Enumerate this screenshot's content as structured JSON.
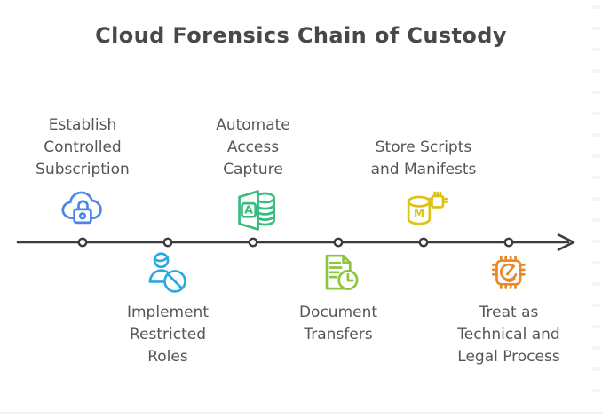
{
  "title": "Cloud Forensics Chain of Custody",
  "colors": {
    "title_text": "#48484b",
    "label_text": "#55555a",
    "axis": "#3d3d3d",
    "step_blue": "#4a86e8",
    "step_cyan": "#29abe2",
    "step_green": "#36bd7f",
    "step_lime": "#8cc63f",
    "step_yellow": "#ddc113",
    "step_orange": "#e8892c"
  },
  "steps": [
    {
      "position": "above",
      "lines": [
        "Establish",
        "Controlled",
        "Subscription"
      ],
      "icon": "cloud-lock",
      "color": "#4a86e8"
    },
    {
      "position": "below",
      "lines": [
        "Implement",
        "Restricted",
        "Roles"
      ],
      "icon": "user-restricted",
      "color": "#29abe2"
    },
    {
      "position": "above",
      "lines": [
        "Automate",
        "Access",
        "Capture"
      ],
      "icon": "access-database",
      "color": "#36bd7f",
      "icon_letter": "A"
    },
    {
      "position": "below",
      "lines": [
        "Document",
        "Transfers"
      ],
      "icon": "document-clock",
      "color": "#8cc63f"
    },
    {
      "position": "above",
      "lines": [
        "Store Scripts",
        "and Manifests"
      ],
      "icon": "database-manifest",
      "color": "#ddc113",
      "icon_letter": "M"
    },
    {
      "position": "below",
      "lines": [
        "Treat as",
        "Technical and",
        "Legal Process"
      ],
      "icon": "chip-gauge",
      "color": "#e8892c"
    }
  ]
}
